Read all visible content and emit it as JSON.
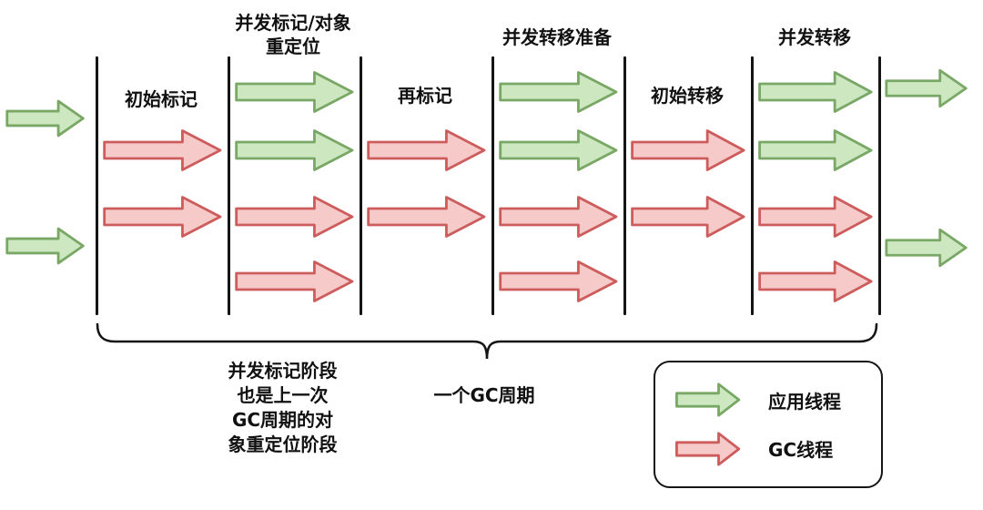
{
  "diagram": {
    "phases": {
      "initial_mark": "初始标记",
      "concurrent_mark_line1": "并发标记/对象",
      "concurrent_mark_line2": "重定位",
      "remark": "再标记",
      "concurrent_transfer_prepare": "并发转移准备",
      "initial_transfer": "初始转移",
      "concurrent_transfer": "并发转移"
    },
    "cycle_label": "一个GC周期",
    "note_lines": [
      "并发标记阶段",
      "也是上一次",
      "GC周期的对",
      "象重定位阶段"
    ],
    "legend": {
      "app_thread_label": "应用线程",
      "gc_thread_label": "GC线程"
    },
    "colors": {
      "app_thread_fill": "#cde7c1",
      "app_thread_stroke": "#79a765",
      "gc_thread_fill": "#f7caca",
      "gc_thread_stroke": "#cd5c5c",
      "line": "#151515",
      "text": "#111111",
      "background": "#ffffff"
    }
  }
}
